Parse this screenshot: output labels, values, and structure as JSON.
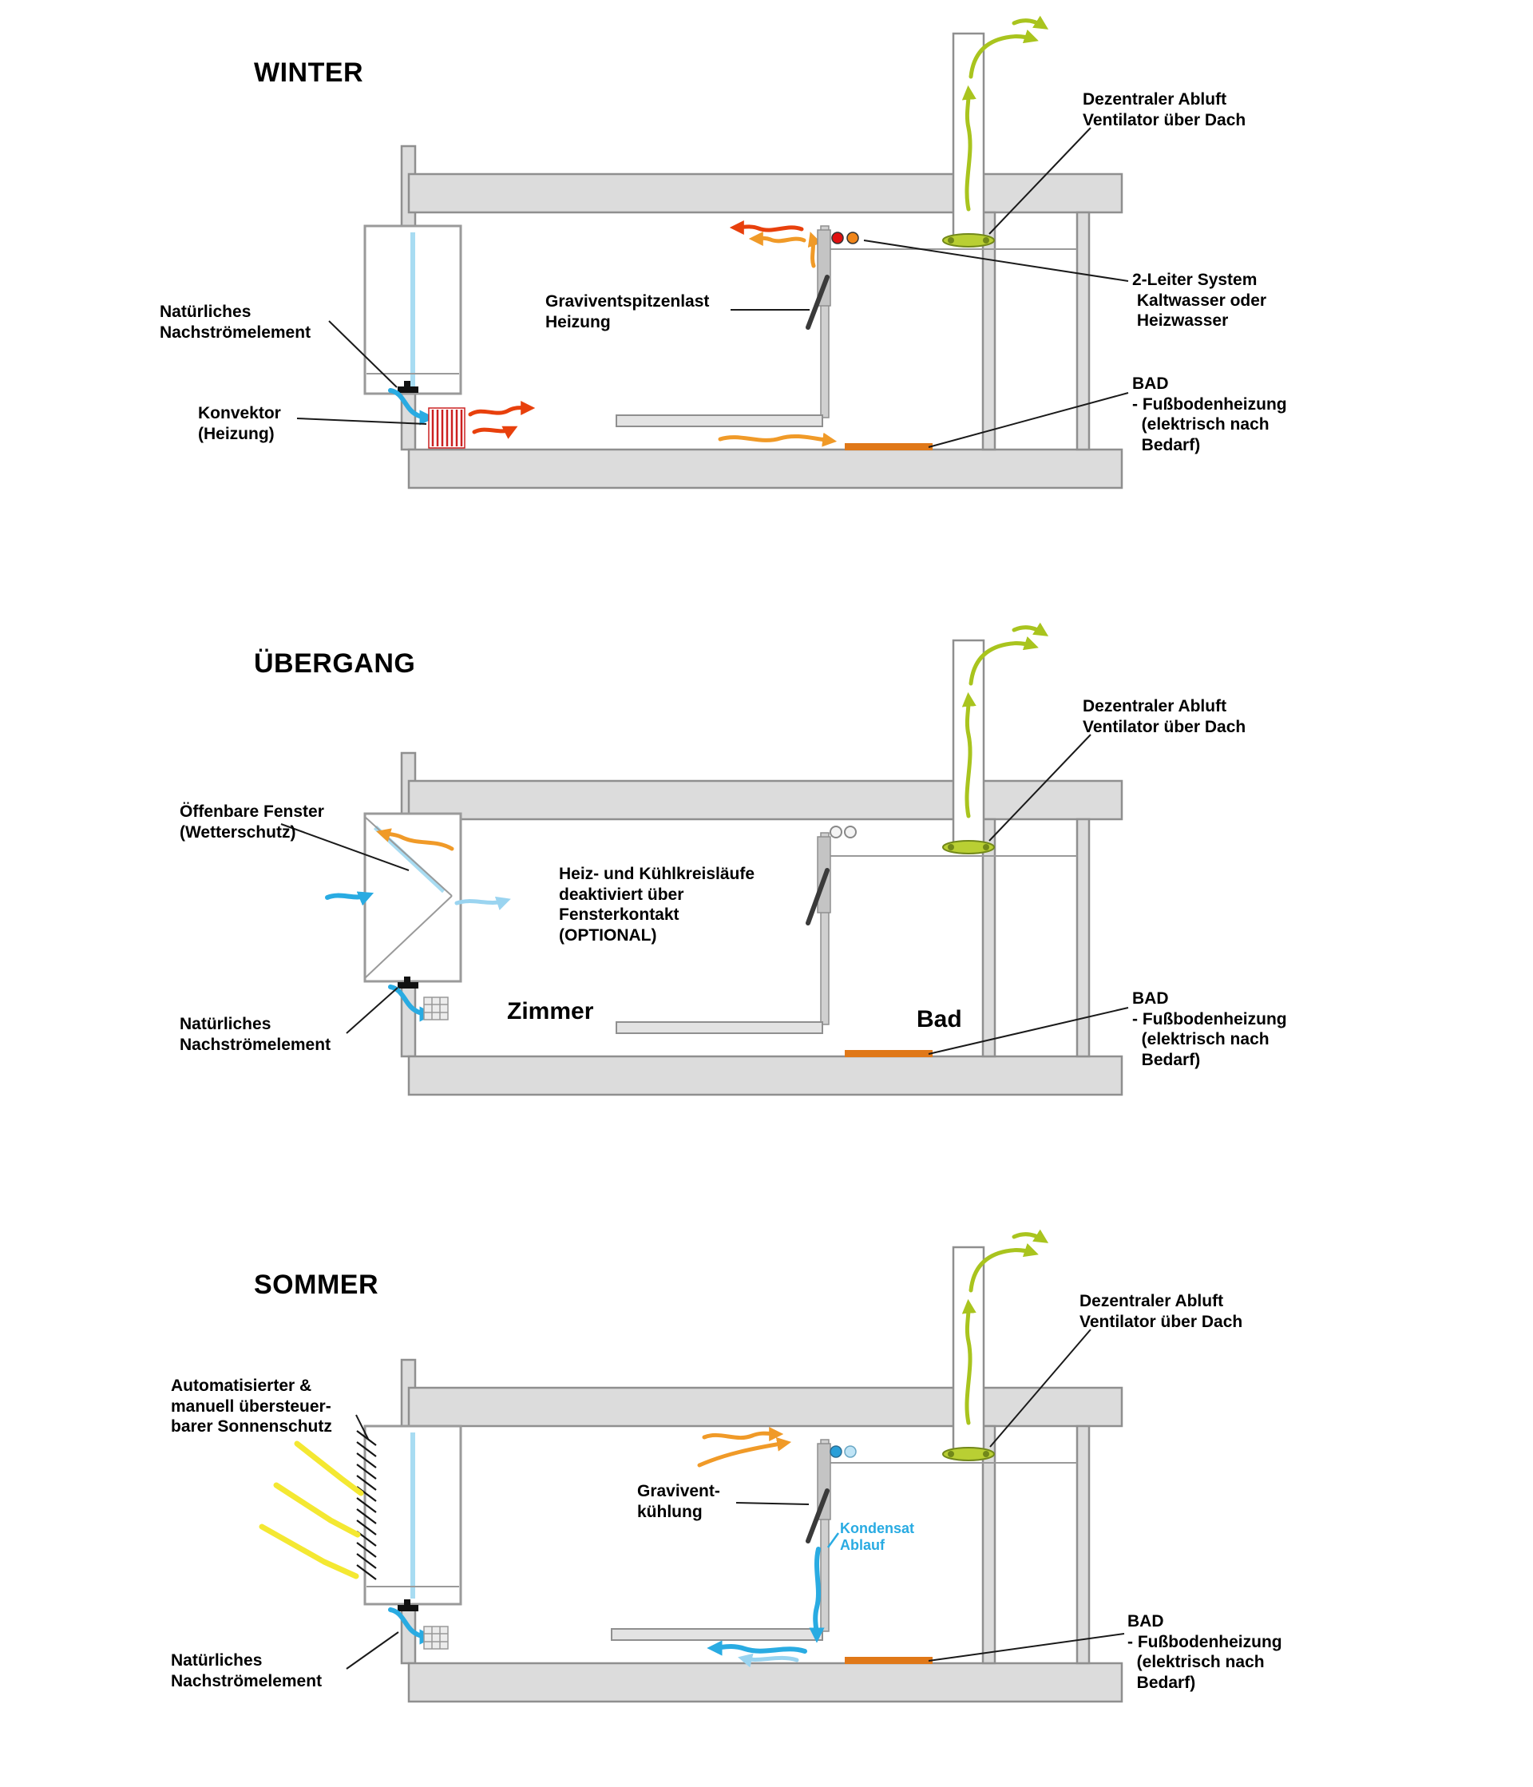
{
  "sections": {
    "winter": {
      "title": "WINTER",
      "labels": {
        "abluft": "Dezentraler Abluft\nVentilator über Dach",
        "nachstroem": "Natürliches\nNachströmelement",
        "gravivent": "Graviventspitzenlast\nHeizung",
        "konvektor": "Konvektor\n(Heizung)",
        "zweileiter": "2-Leiter System\n Kaltwasser oder\n Heizwasser",
        "bad": "BAD\n- Fußbodenheizung\n  (elektrisch nach\n  Bedarf)"
      }
    },
    "uebergang": {
      "title": "ÜBERGANG",
      "labels": {
        "abluft": "Dezentraler Abluft\nVentilator über Dach",
        "fenster": "Öffenbare Fenster\n(Wetterschutz)",
        "heizkuehl": "Heiz- und Kühlkreisläufe\ndeaktiviert über\nFensterkontakt\n(OPTIONAL)",
        "nachstroem": "Natürliches\nNachströmelement",
        "zimmer": "Zimmer",
        "bad_room": "Bad",
        "bad": "BAD\n- Fußbodenheizung\n  (elektrisch nach\n  Bedarf)"
      }
    },
    "sommer": {
      "title": "SOMMER",
      "labels": {
        "abluft": "Dezentraler Abluft\nVentilator über Dach",
        "sonnenschutz": "Automatisierter &\nmanuell übersteuer-\nbarer Sonnenschutz",
        "gravivent": "Gravivent-\nkühlung",
        "kondensat": "Kondensat\nAblauf",
        "nachstroem": "Natürliches\nNachströmelement",
        "bad": "BAD\n- Fußbodenheizung\n  (elektrisch nach\n  Bedarf)"
      }
    }
  },
  "colors": {
    "warm_air": "#e8400c",
    "warm_air_light": "#f09a28",
    "cool_air": "#29abe2",
    "cool_air_light": "#9ad4f0",
    "exhaust_air": "#a9c41e",
    "sun": "#f4e832",
    "floor_heating": "#e07818",
    "structure": "#dcdcdc",
    "heating_water_dot": "#e01010",
    "warm_water_dot": "#f08519"
  }
}
